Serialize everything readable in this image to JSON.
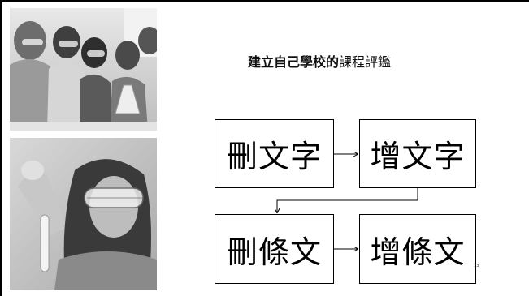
{
  "slide": {
    "title_bold": "建立自己學校的",
    "title_regular": "課程評鑑",
    "boxes": [
      {
        "label": "刪文字"
      },
      {
        "label": "增文字"
      },
      {
        "label": "刪條文"
      },
      {
        "label": "增條文"
      }
    ],
    "page_number": "13"
  },
  "photos": [
    {
      "icon": "students-lab-goggles-photo"
    },
    {
      "icon": "girl-lab-goggles-photo"
    }
  ],
  "colors": {
    "text": "#000000",
    "background": "#ffffff"
  }
}
